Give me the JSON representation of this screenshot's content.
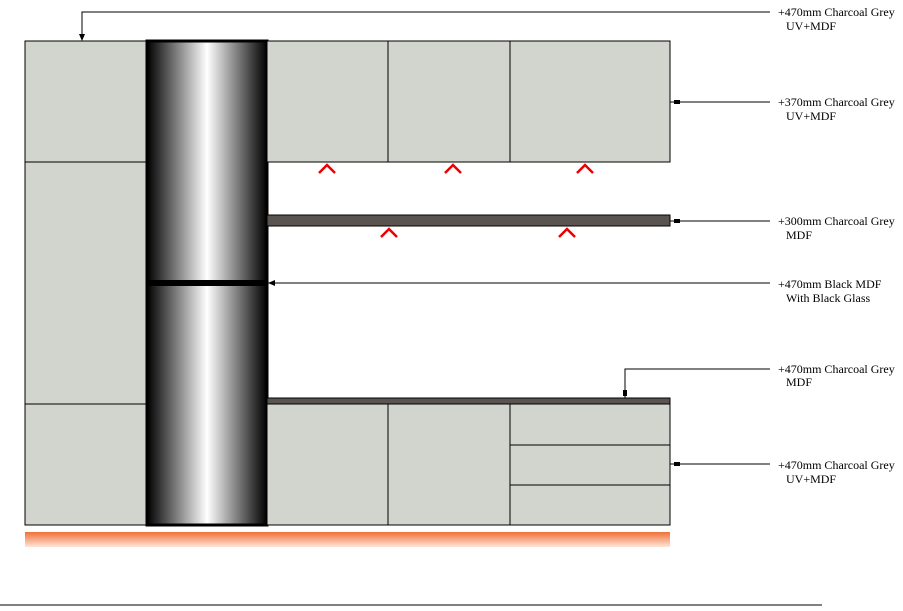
{
  "annotations": [
    {
      "line1": "+470mm Charcoal Grey",
      "line2": "UV+MDF"
    },
    {
      "line1": "+370mm Charcoal Grey",
      "line2": "UV+MDF"
    },
    {
      "line1": "+300mm Charcoal Grey",
      "line2": "MDF"
    },
    {
      "line1": "+470mm Black MDF",
      "line2": "With Black Glass"
    },
    {
      "line1": "+470mm Charcoal Grey",
      "line2": "MDF"
    },
    {
      "line1": "+470mm Charcoal Grey",
      "line2": "UV+MDF"
    }
  ],
  "colors": {
    "panel": "#d2d5ce",
    "shelf": "#5a5450",
    "light_marker": "#ee0000",
    "floor": "#f58a50"
  }
}
